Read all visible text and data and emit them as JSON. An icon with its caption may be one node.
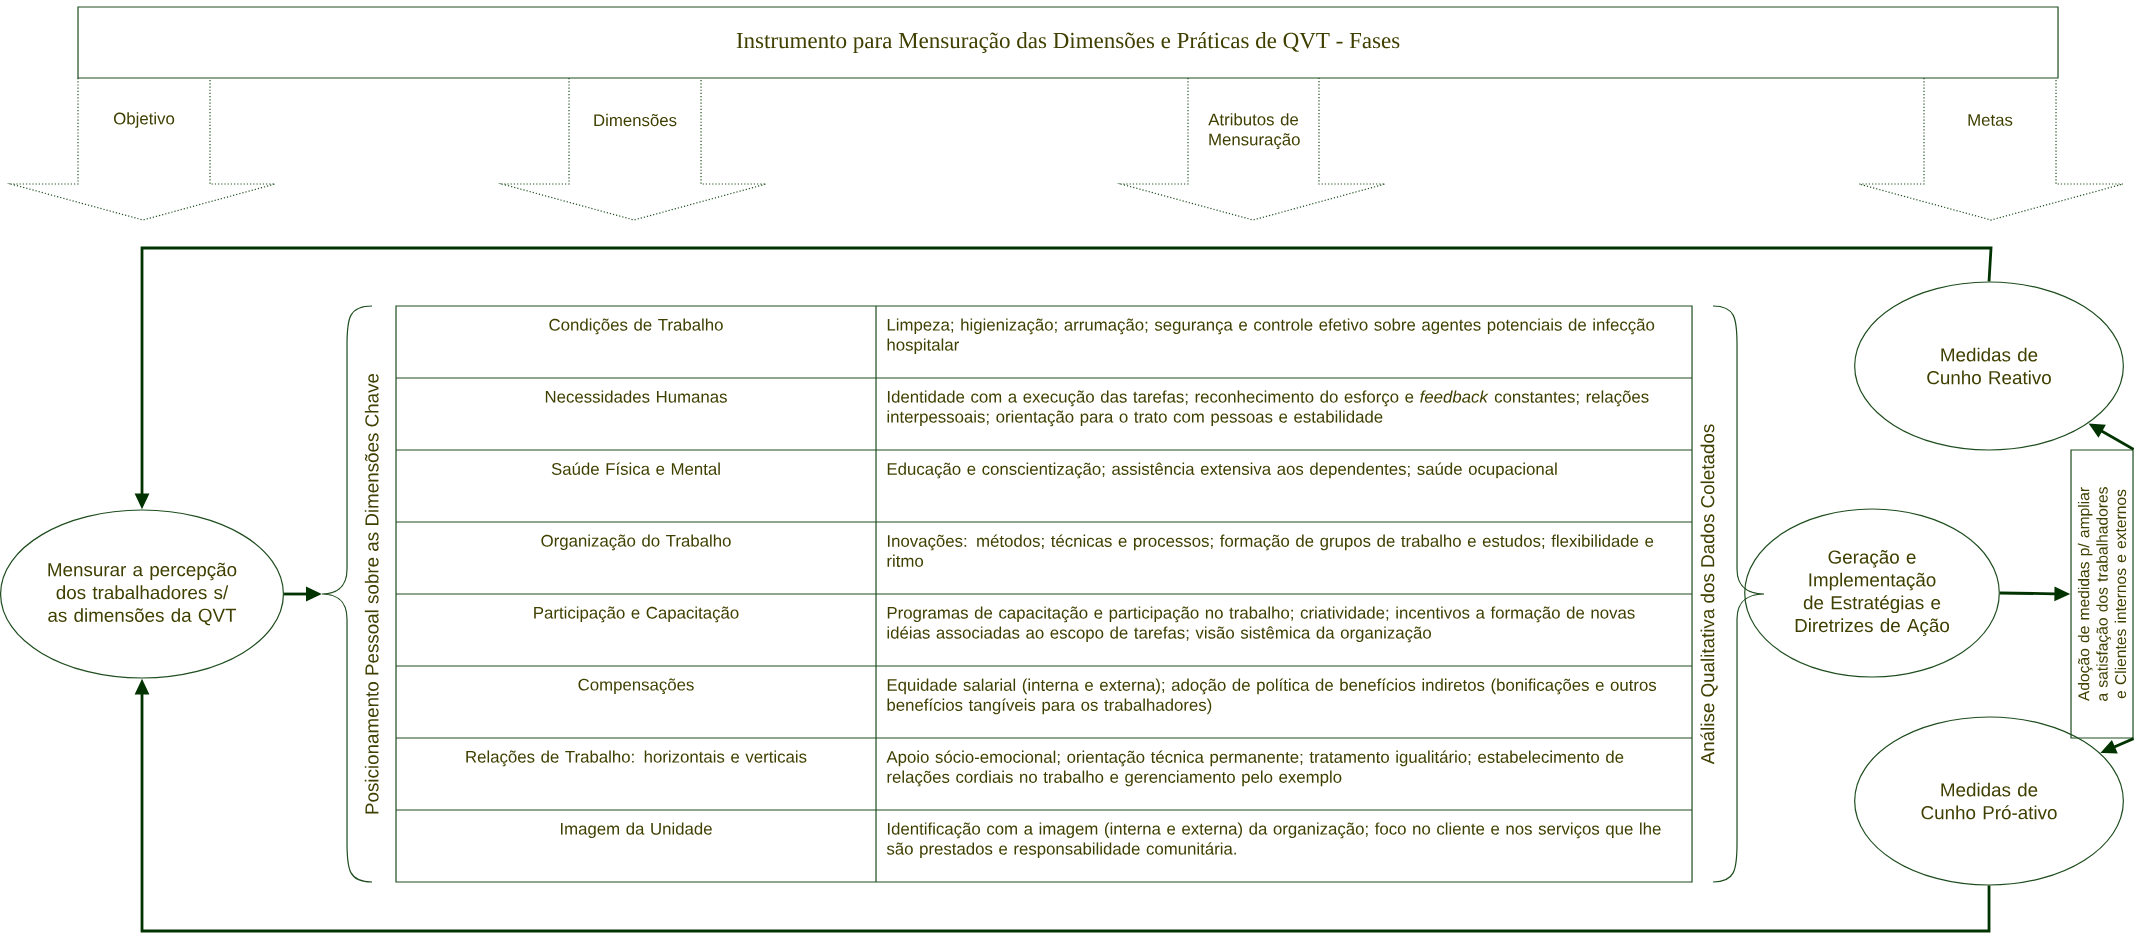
{
  "diagram": {
    "nodes": [
      {
        "text": [
          "Instrumento para Mensuração das Dimensões e Práticas de QVT - Fases"
        ]
      },
      {
        "text": [
          "Objetivo"
        ]
      },
      {
        "text": [
          "Dimensões"
        ]
      },
      {
        "text": [
          "Atributos de Mensuração"
        ]
      },
      {
        "text": [
          "Metas"
        ]
      },
      {
        "text": [
          "Medidas de Cunho Reativo"
        ]
      },
      {
        "text": [
          "Mensurar a percepção dos trabalhadores s/ as dimensões da QVT"
        ]
      },
      {
        "text": [
          "Posicionamento Pessoal sobre as Dimensões Chave"
        ]
      },
      {
        "text": [
          "Análise Qualitativa dos Dados Coletados"
        ]
      },
      {
        "text": [
          "Geração e Implementação de Estratégias e Diretrizes de Ação"
        ]
      },
      {
        "text": [
          "Adoção de medidas p/ ampliar a satisfação dos trabalhadores e Clientes internos e externos"
        ]
      },
      {
        "text": [
          "Medidas de Cunho Pró-ativo"
        ]
      }
    ],
    "edges": [
      {
        "from": 5,
        "to": 6,
        "arrow": "to"
      },
      {
        "from": 11,
        "to": 6,
        "arrow": "to"
      },
      {
        "from": 6,
        "to": 7,
        "arrow": "to"
      },
      {
        "from": 9,
        "to": 10,
        "arrow": "to"
      },
      {
        "from": 10,
        "to": 5,
        "arrow": "to"
      },
      {
        "from": 10,
        "to": 11,
        "arrow": "to"
      }
    ],
    "labels": [
      "Condições de Trabalho",
      "Limpeza; higienização; arrumação; segurança e controle efetivo sobre agentes potenciais de infecção hospitalar",
      "Necessidades Humanas",
      "Identidade com a execução das tarefas; reconhecimento do esforço e *feedback* constantes; relações interpessoais; orientação para o trato com pessoas e estabilidade",
      "Saúde Física e Mental",
      "Educação e conscientização; assistência extensiva aos dependentes; saúde ocupacional",
      "Organização do Trabalho",
      "Inovações: métodos; técnicas e processos; formação de grupos de trabalho e estudos; flexibilidade e ritmo",
      "Participação e Capacitação",
      "Programas de capacitação e participação no trabalho; criatividade; incentivos a formação de novas idéias associadas ao escopo de tarefas; visão sistêmica da organização",
      "Compensações",
      "Equidade salarial (interna e externa); adoção de política de benefícios indiretos (bonificações e outros benefícios tangíveis para os trabalhadores)",
      "Relações de Trabalho: horizontais e verticais",
      "Apoio sócio-emocional; orientação técnica permanente; tratamento igualitário; estabelecimento de relações cordiais no trabalho e gerenciamento pelo exemplo",
      "Imagem da Unidade",
      "Identificação com a imagem (interna e externa) da organização; foco no cliente e nos serviços que lhe são prestados e responsabilidade comunitária."
    ]
  }
}
